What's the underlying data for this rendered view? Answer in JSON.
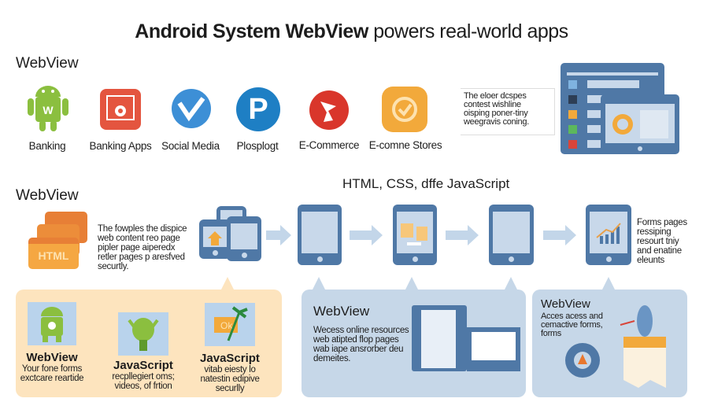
{
  "title": {
    "bold": "Android System WebView",
    "rest": " powers real-world apps"
  },
  "section1": {
    "heading": "WebView",
    "apps": [
      {
        "label": "Banking",
        "icon": "android-icon",
        "color": "#8bbf3f"
      },
      {
        "label": "Banking Apps",
        "icon": "banking-app-icon",
        "color": "#e4553f"
      },
      {
        "label": "Social Media",
        "icon": "social-check-icon",
        "color": "#3d8fd6"
      },
      {
        "label": "Plosplogt",
        "icon": "p-logo-icon",
        "color": "#1e7fc4"
      },
      {
        "label": "E-Commerce",
        "icon": "ecommerce-icon",
        "color": "#d9362b"
      },
      {
        "label": "E-comne Stores",
        "icon": "store-badge-icon",
        "color": "#f2a93b"
      }
    ],
    "callout": [
      "The eloer dcspes",
      "contest wishline",
      "oisping poner-tiny",
      "weegravis coning."
    ]
  },
  "section2": {
    "heading": "WebView",
    "subheading": "HTML, CSS, dffe JavaScript",
    "html_label": "HTML",
    "intro": [
      "The fowples the dispice",
      "web content reo page",
      "pipler page aiperedx",
      "retler pages p aresfved",
      "securtly."
    ],
    "outro": [
      "Forms pages",
      "ressiping",
      "resourt tniy",
      "and enatine",
      "eleunts"
    ]
  },
  "panels": {
    "orange": {
      "color": "#fde4be",
      "items": [
        {
          "title": "WebView",
          "text": [
            "Your fone forms",
            "exctcare reartide"
          ],
          "icon": "android-pin-icon"
        },
        {
          "title": "JavaScript",
          "text": [
            "recpllegiert oms;",
            "videos, of frtion"
          ],
          "icon": "android-figure-icon"
        },
        {
          "title": "JavaScript",
          "text": [
            "vitab eiesty lo",
            "natestin edipive",
            "securlly"
          ],
          "icon": "ok-palm-icon"
        }
      ]
    },
    "blue": {
      "color": "#c6d7e8",
      "title": "WebView",
      "text": [
        "Wecess online resources",
        "web atipted flop pages",
        "wab iape ansrorber deu",
        "demeites."
      ]
    },
    "blue2": {
      "color": "#c6d7e8",
      "title": "WebView",
      "text": [
        "Acces acess and",
        "cemactive forms,",
        "forms"
      ]
    }
  }
}
